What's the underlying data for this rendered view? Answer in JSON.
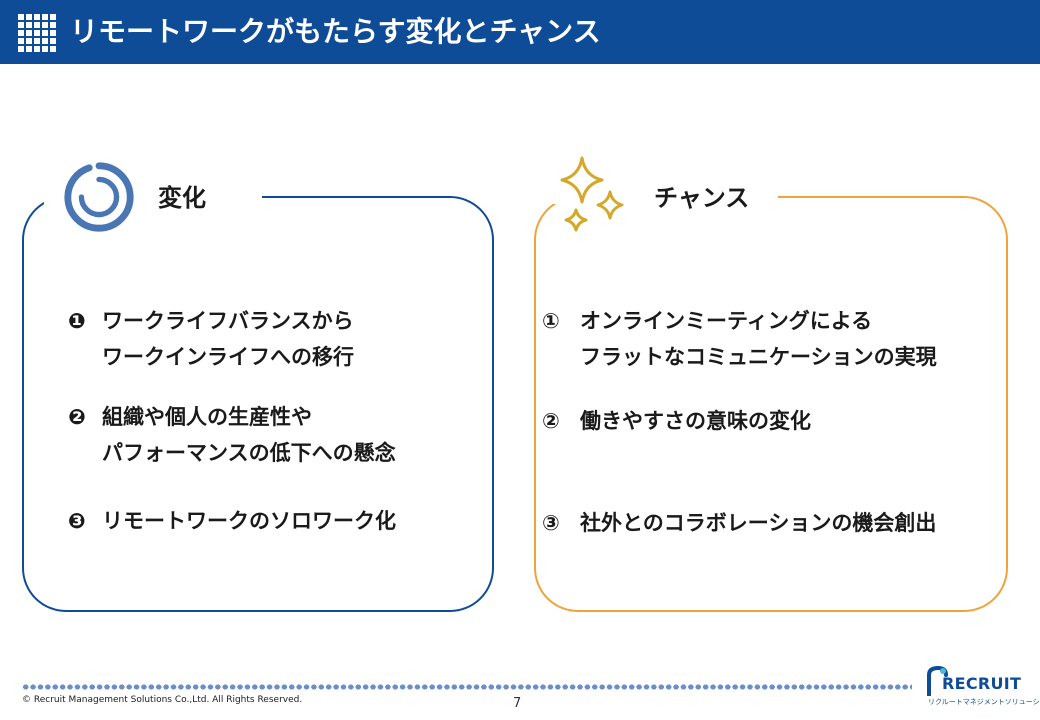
{
  "header": {
    "title": "リモートワークがもたらす変化とチャンス",
    "icon": "grid-icon"
  },
  "left_card": {
    "heading": "変化",
    "icon": "swirl-icon",
    "color": "#0f4c97",
    "items": [
      {
        "marker": "❶",
        "lines": [
          "ワークライフバランスから",
          "ワークインライフへの移行"
        ]
      },
      {
        "marker": "❷",
        "lines": [
          "組織や個人の生産性や",
          "パフォーマンスの低下への懸念"
        ]
      },
      {
        "marker": "❸",
        "lines": [
          "リモートワークのソロワーク化"
        ]
      }
    ]
  },
  "right_card": {
    "heading": "チャンス",
    "icon": "sparkle-icon",
    "color": "#f0a33b",
    "items": [
      {
        "marker": "①",
        "lines": [
          "オンラインミーティングによる",
          "フラットなコミュニケーションの実現"
        ]
      },
      {
        "marker": "②",
        "lines": [
          "働きやすさの意味の変化"
        ]
      },
      {
        "marker": "③",
        "lines": [
          "社外とのコラボレーションの機会創出"
        ]
      }
    ]
  },
  "footer": {
    "copyright": "© Recruit Management Solutions Co.,Ltd. All Rights Reserved.",
    "page_number": "7",
    "logo_text": "RECRUIT",
    "logo_subtext": "リクルートマネジメントソリューションズ"
  }
}
